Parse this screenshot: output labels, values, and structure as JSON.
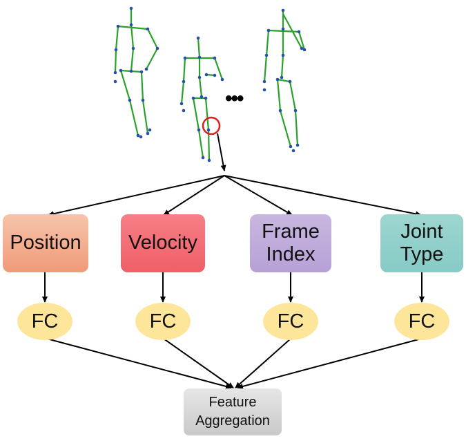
{
  "features": [
    {
      "label_lines": [
        "Position"
      ],
      "color_top": "#f6c4ab",
      "color_bottom": "#f09a78"
    },
    {
      "label_lines": [
        "Velocity"
      ],
      "color_top": "#f77f86",
      "color_bottom": "#ef5f68"
    },
    {
      "label_lines": [
        "Frame",
        "Index"
      ],
      "color_top": "#c8b7e0",
      "color_bottom": "#b6a1d6"
    },
    {
      "label_lines": [
        "Joint",
        "Type"
      ],
      "color_top": "#9ed5d0",
      "color_bottom": "#86cbc6"
    }
  ],
  "fc_label": "FC",
  "aggregation": {
    "label_lines": [
      "Feature",
      "Aggregation"
    ]
  },
  "ellipsis": "•••",
  "colors": {
    "skeleton_bone": "#2aa12a",
    "skeleton_joint": "#2a4fa8",
    "highlight_circle": "#d9201f",
    "arrow": "#000000",
    "fc_fill": "#fde59a"
  }
}
